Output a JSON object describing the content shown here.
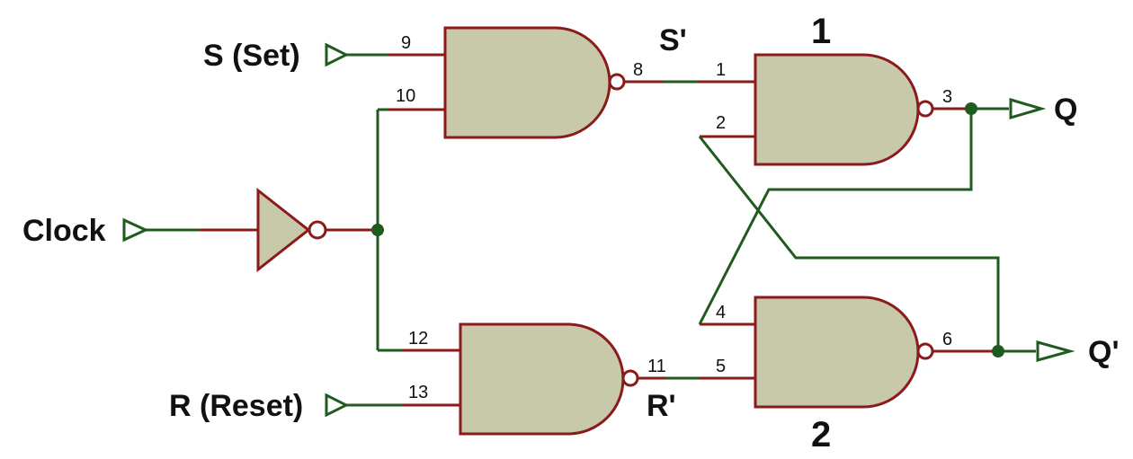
{
  "colors": {
    "gate_fill": "#c8c8aa",
    "gate_stroke": "#8b1a1a",
    "wire_red": "#8b1a1a",
    "wire_green": "#1f5a1f",
    "background": "#ffffff"
  },
  "inputs": {
    "set_label": "S (Set)",
    "clock_label": "Clock",
    "reset_label": "R (Reset)"
  },
  "outputs": {
    "q_label": "Q",
    "q_bar_label": "Q'"
  },
  "signals": {
    "s_prime": "S'",
    "r_prime": "R'"
  },
  "gates": {
    "gate1_label": "1",
    "gate2_label": "2"
  },
  "pins": {
    "p1": "1",
    "p2": "2",
    "p3": "3",
    "p4": "4",
    "p5": "5",
    "p6": "6",
    "p8": "8",
    "p9": "9",
    "p10": "10",
    "p11": "11",
    "p12": "12",
    "p13": "13"
  }
}
